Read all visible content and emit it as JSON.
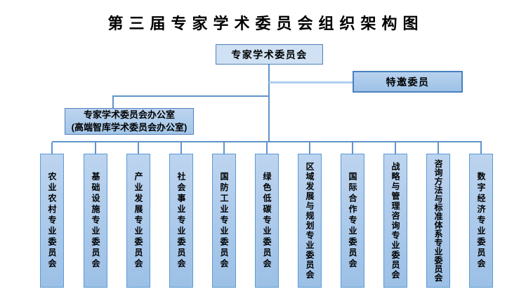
{
  "title": "第三届专家学术委员会组织架构图",
  "org": {
    "root": {
      "label": "专家学术委员会"
    },
    "special": {
      "label": "特邀委员"
    },
    "office": {
      "line1": "专家学术委员会办公室",
      "line2": "(高端智库学术委员会办公室)"
    },
    "committees": [
      {
        "label": "农业农村专业委员会"
      },
      {
        "label": "基础设施专业委员会"
      },
      {
        "label": "产业发展专业委员会"
      },
      {
        "label": "社会事业专业委员会"
      },
      {
        "label": "国防工业专业委员会"
      },
      {
        "label": "绿色低碳专业委员会"
      },
      {
        "label": "区域发展与规划专业委员会"
      },
      {
        "label": "国际合作专业委员会"
      },
      {
        "label": "战略与管理咨询专业委员会"
      },
      {
        "label": "咨询方法与标准体系专业委员会"
      },
      {
        "label": "数字经济专业委员会"
      }
    ]
  },
  "colors": {
    "box_border": "#4f81bd",
    "vbox_border": "#5b9bd5",
    "root_fill": "#cfe1f3",
    "vbox_fill_top": "#bdd4ef",
    "vbox_fill_bottom": "#9cc0e6",
    "connector": "#5f94cc",
    "text": "#000000"
  }
}
